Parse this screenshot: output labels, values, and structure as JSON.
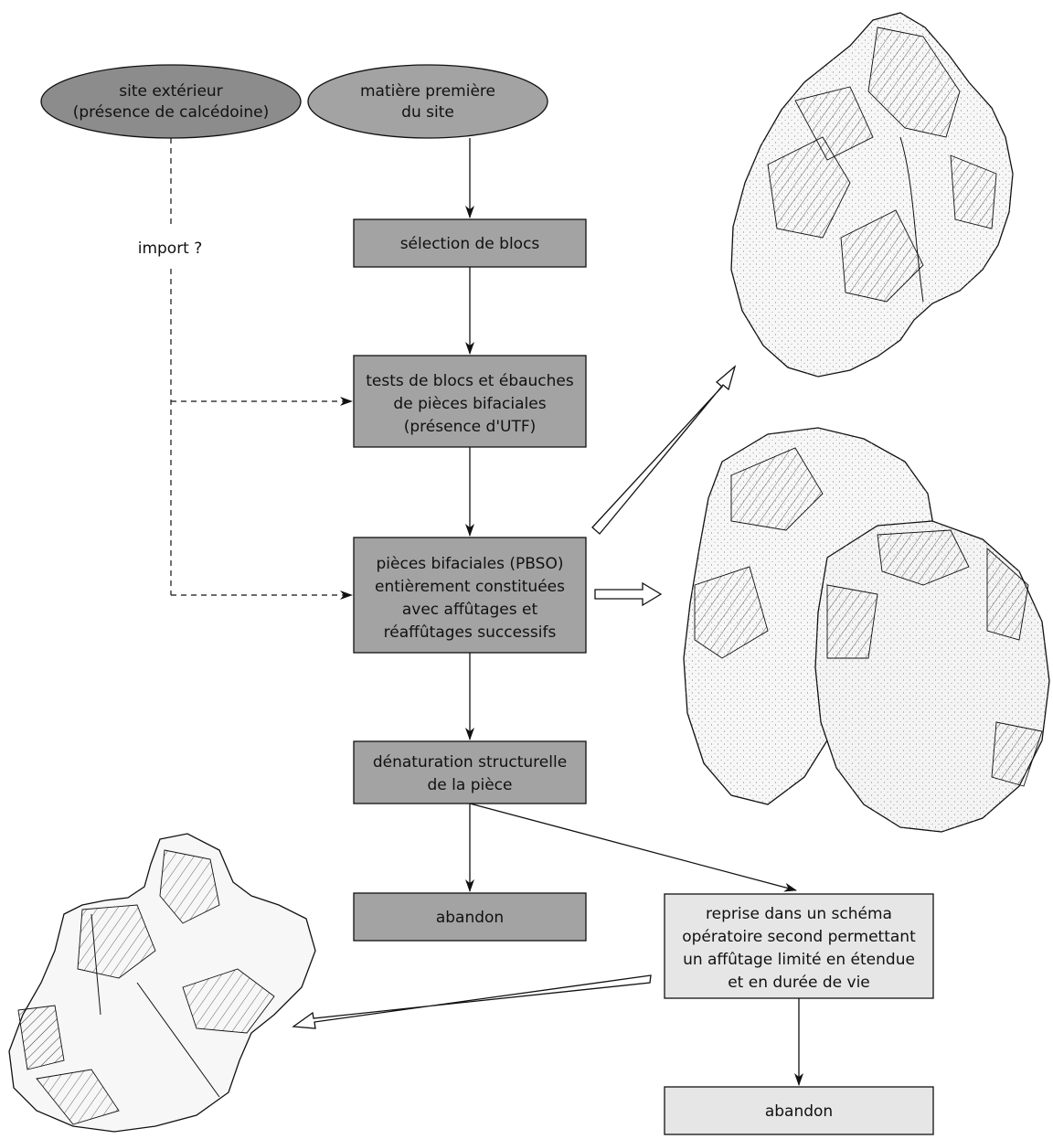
{
  "nodes": {
    "site_exterieur": {
      "lines": [
        "site extérieur",
        "(présence de calcédoine)"
      ],
      "fill": "#8c8c8c"
    },
    "matiere_premiere": {
      "lines": [
        "matière première",
        "du site"
      ],
      "fill": "#a3a3a3"
    },
    "selection": {
      "lines": [
        "sélection de blocs"
      ],
      "fill": "#a3a3a3"
    },
    "tests": {
      "lines": [
        "tests de blocs et ébauches",
        "de pièces bifaciales",
        "(présence d'UTF)"
      ],
      "fill": "#a3a3a3"
    },
    "pieces_bifaciales": {
      "lines": [
        "pièces bifaciales (PBSO)",
        "entièrement constituées",
        "avec affûtages et",
        "réaffûtages successifs"
      ],
      "fill": "#a3a3a3"
    },
    "denaturation": {
      "lines": [
        "dénaturation structurelle",
        "de la pièce"
      ],
      "fill": "#a3a3a3"
    },
    "abandon_1": {
      "lines": [
        "abandon"
      ],
      "fill": "#a3a3a3"
    },
    "reprise": {
      "lines": [
        "reprise dans un schéma",
        "opératoire second permettant",
        "un affûtage limité en étendue",
        "et en durée de vie"
      ],
      "fill": "#e6e6e6"
    },
    "abandon_2": {
      "lines": [
        "abandon"
      ],
      "fill": "#e6e6e6"
    }
  },
  "edge_labels": {
    "import": "import ?"
  },
  "colors": {
    "stroke": "#111111",
    "stone_fill": "#f7f7f7",
    "stone_stipple": "#9a9a9a"
  }
}
